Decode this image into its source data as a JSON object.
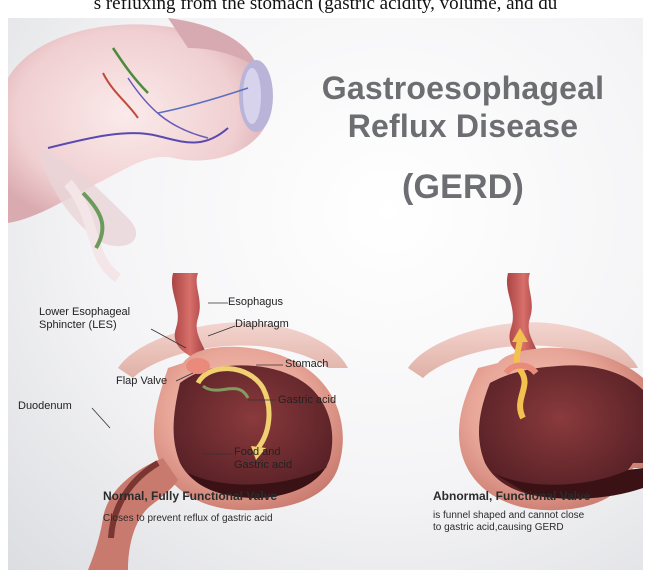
{
  "top_caption": "s refluxing from the stomach (gastric acidity, volume, and du",
  "title": {
    "line1": "Gastroesophageal",
    "line2": "Reflux Disease",
    "line3": "(GERD)"
  },
  "labels": {
    "esophagus": "Esophagus",
    "les_line1": "Lower Esophageal",
    "les_line2": "Sphincter (LES)",
    "diaphragm": "Diaphragm",
    "stomach": "Stomach",
    "flap_valve": "Flap Valve",
    "gastric_acid": "Gastric acid",
    "duodenum": "Duodenum",
    "food_line1": "Food and",
    "food_line2": "Gastric acid"
  },
  "normal": {
    "title": "Normal, Fully Functional Valve",
    "text": "Closes to prevent reflux of gastric acid"
  },
  "abnormal": {
    "title": "Abnormal, Functional Valve",
    "text_line1": "is funnel shaped and cannot close",
    "text_line2": "to gastric acid,causing GERD"
  },
  "colors": {
    "stomach_wall": "#c97a6e",
    "stomach_inner": "#6a2a2e",
    "title_gray": "#6d6e72",
    "acid_arrow": "#f0d070",
    "reflux_arrow": "#f2c150"
  }
}
